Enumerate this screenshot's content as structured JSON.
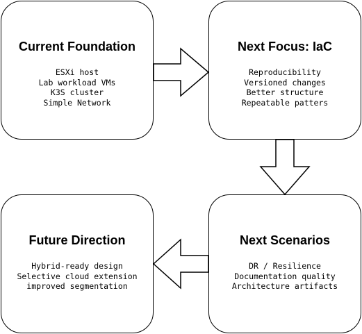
{
  "boxes": {
    "current": {
      "title": "Current Foundation",
      "lines": [
        "ESXi host",
        "Lab workload VMs",
        "K3S cluster",
        "Simple Network"
      ]
    },
    "next_focus": {
      "title": "Next Focus: IaC",
      "lines": [
        "Reproducibility",
        "Versioned changes",
        "Better structure",
        "Repeatable patters"
      ]
    },
    "next_scenarios": {
      "title": "Next Scenarios",
      "lines": [
        "DR / Resilience",
        "Documentation quality",
        "Architecture artifacts"
      ]
    },
    "future": {
      "title": "Future Direction",
      "lines": [
        "Hybrid-ready design",
        "Selective cloud extension",
        "improved segmentation"
      ]
    }
  },
  "colors": {
    "stroke": "#000000",
    "fill": "#ffffff",
    "text": "#000000"
  }
}
